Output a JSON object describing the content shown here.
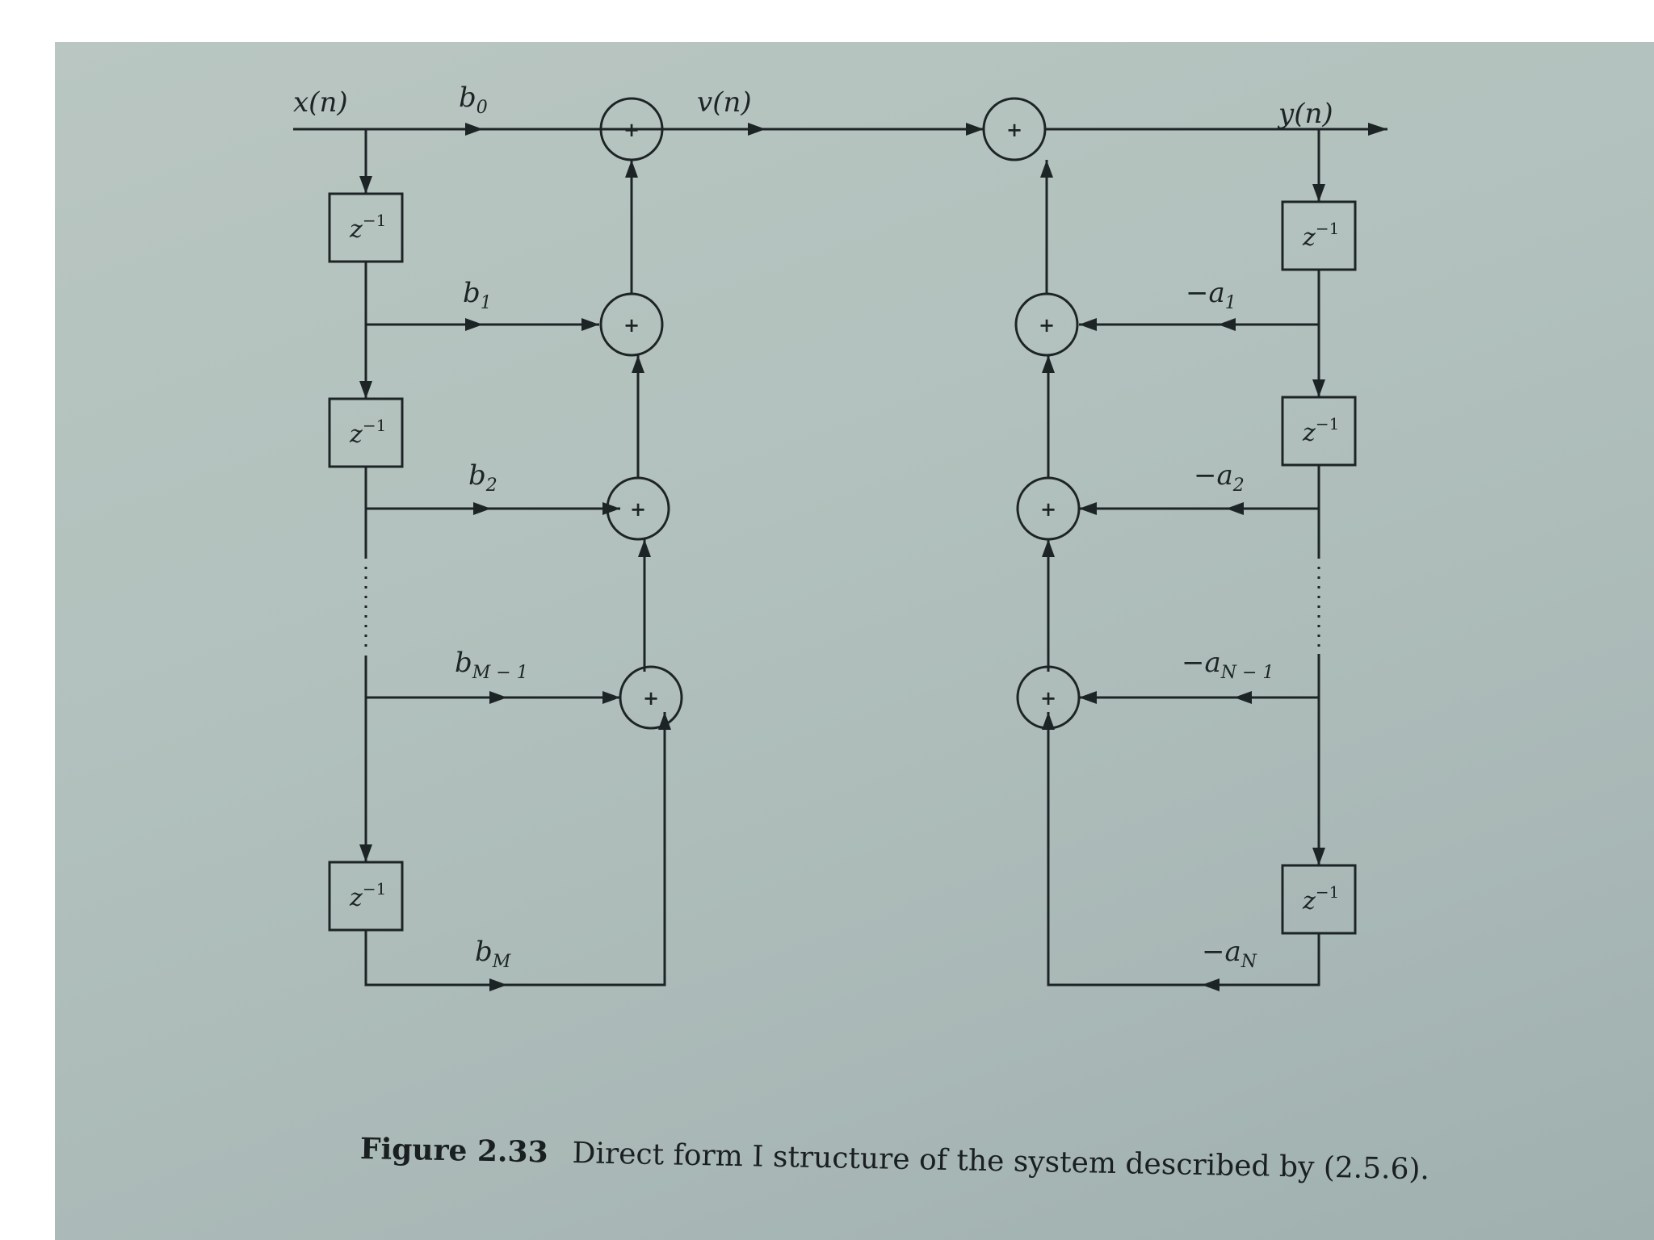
{
  "labels": {
    "input": "x(n)",
    "intermediate": "v(n)",
    "output": "y(n)",
    "delay": "z",
    "delay_exp": "−1",
    "b": "b",
    "a": "−a",
    "sub_0": "0",
    "sub_1": "1",
    "sub_2": "2",
    "sub_M_1": "M − 1",
    "sub_M": "M",
    "sub_N_1": "N − 1",
    "sub_N": "N",
    "adder_symbol": "+"
  },
  "caption": {
    "figure_number": "Figure 2.33",
    "text": "Direct form I structure of the system described by (2.5.6)."
  }
}
